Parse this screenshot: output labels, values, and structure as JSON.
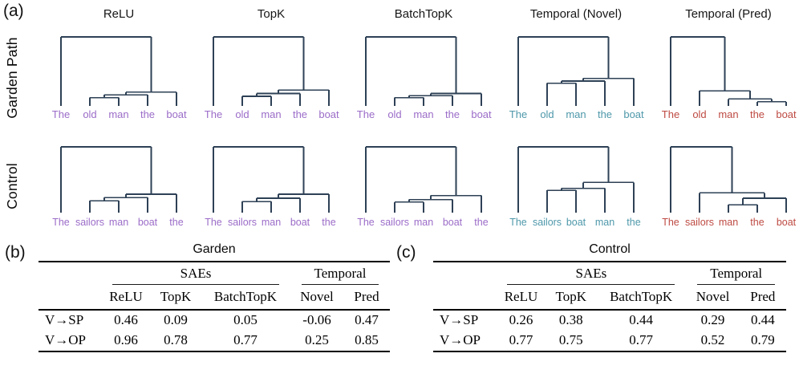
{
  "colors": {
    "line": "#2E4156",
    "purple": "#9B6CC8",
    "teal": "#4E98AA",
    "red": "#BE4A42",
    "text": "#111111"
  },
  "chart_data": [
    {
      "type": "dendrogram",
      "panel_label": "(a)",
      "column_titles": [
        "ReLU",
        "TopK",
        "BatchTopK",
        "Temporal (Novel)",
        "Temporal (Pred)"
      ],
      "rows": [
        {
          "label": "Garden Path",
          "panels": [
            {
              "column": "ReLU",
              "leaves": [
                "The",
                "old",
                "man",
                "the",
                "boat"
              ],
              "leaf_color": "purple",
              "tree": {
                "h": 1,
                "c": [
                  0,
                  {
                    "h": 0.2,
                    "c": [
                      {
                        "h": 0.16,
                        "c": [
                          {
                            "h": 0.12,
                            "c": [
                              1,
                              2
                            ]
                          },
                          3
                        ]
                      },
                      4
                    ]
                  }
                ]
              }
            },
            {
              "column": "TopK",
              "leaves": [
                "The",
                "old",
                "man",
                "the",
                "boat"
              ],
              "leaf_color": "purple",
              "tree": {
                "h": 1,
                "c": [
                  0,
                  {
                    "h": 0.23,
                    "c": [
                      {
                        "h": 0.18,
                        "c": [
                          {
                            "h": 0.14,
                            "c": [
                              1,
                              2
                            ]
                          },
                          3
                        ]
                      },
                      4
                    ]
                  }
                ]
              }
            },
            {
              "column": "BatchTopK",
              "leaves": [
                "The",
                "old",
                "man",
                "the",
                "boat"
              ],
              "leaf_color": "purple",
              "tree": {
                "h": 1,
                "c": [
                  0,
                  {
                    "h": 0.18,
                    "c": [
                      {
                        "h": 0.15,
                        "c": [
                          {
                            "h": 0.12,
                            "c": [
                              1,
                              2
                            ]
                          },
                          3
                        ]
                      },
                      4
                    ]
                  }
                ]
              }
            },
            {
              "column": "Temporal (Novel)",
              "leaves": [
                "The",
                "old",
                "man",
                "the",
                "boat"
              ],
              "leaf_color": "teal",
              "tree": {
                "h": 1,
                "c": [
                  0,
                  {
                    "h": 0.4,
                    "c": [
                      {
                        "h": 0.36,
                        "c": [
                          {
                            "h": 0.33,
                            "c": [
                              1,
                              2
                            ]
                          },
                          3
                        ]
                      },
                      4
                    ]
                  }
                ]
              }
            },
            {
              "column": "Temporal (Pred)",
              "leaves": [
                "The",
                "old",
                "man",
                "the",
                "boat"
              ],
              "leaf_color": "red",
              "tree": {
                "h": 1,
                "c": [
                  0,
                  {
                    "h": 0.22,
                    "c": [
                      1,
                      {
                        "h": 0.1,
                        "c": [
                          2,
                          {
                            "h": 0.06,
                            "c": [
                              3,
                              4
                            ]
                          }
                        ]
                      }
                    ]
                  }
                ]
              }
            }
          ]
        },
        {
          "label": "Control",
          "panels": [
            {
              "column": "ReLU",
              "leaves": [
                "The",
                "sailors",
                "man",
                "boat",
                "the"
              ],
              "leaf_color": "purple",
              "tree": {
                "h": 1,
                "c": [
                  0,
                  {
                    "h": 0.28,
                    "c": [
                      {
                        "h": 0.23,
                        "c": [
                          {
                            "h": 0.18,
                            "c": [
                              1,
                              2
                            ]
                          },
                          3
                        ]
                      },
                      4
                    ]
                  }
                ]
              }
            },
            {
              "column": "TopK",
              "leaves": [
                "The",
                "sailors",
                "man",
                "boat",
                "the"
              ],
              "leaf_color": "purple",
              "tree": {
                "h": 1,
                "c": [
                  0,
                  {
                    "h": 0.28,
                    "c": [
                      {
                        "h": 0.22,
                        "c": [
                          {
                            "h": 0.17,
                            "c": [
                              1,
                              2
                            ]
                          },
                          3
                        ]
                      },
                      4
                    ]
                  }
                ]
              }
            },
            {
              "column": "BatchTopK",
              "leaves": [
                "The",
                "sailors",
                "man",
                "boat",
                "the"
              ],
              "leaf_color": "purple",
              "tree": {
                "h": 1,
                "c": [
                  0,
                  {
                    "h": 0.26,
                    "c": [
                      {
                        "h": 0.2,
                        "c": [
                          {
                            "h": 0.16,
                            "c": [
                              1,
                              2
                            ]
                          },
                          3
                        ]
                      },
                      4
                    ]
                  }
                ]
              }
            },
            {
              "column": "Temporal (Novel)",
              "leaves": [
                "The",
                "sailors",
                "boat",
                "man",
                "the"
              ],
              "leaf_color": "teal",
              "tree": {
                "h": 1,
                "c": [
                  0,
                  {
                    "h": 0.46,
                    "c": [
                      {
                        "h": 0.37,
                        "c": [
                          {
                            "h": 0.34,
                            "c": [
                              1,
                              2
                            ]
                          },
                          3
                        ]
                      },
                      4
                    ]
                  }
                ]
              }
            },
            {
              "column": "Temporal (Pred)",
              "leaves": [
                "The",
                "sailors",
                "man",
                "the",
                "boat"
              ],
              "leaf_color": "red",
              "tree": {
                "h": 1,
                "c": [
                  0,
                  {
                    "h": 0.3,
                    "c": [
                      1,
                      {
                        "h": 0.22,
                        "c": [
                          {
                            "h": 0.12,
                            "c": [
                              2,
                              3
                            ]
                          },
                          4
                        ]
                      }
                    ]
                  }
                ]
              }
            }
          ]
        }
      ]
    },
    {
      "type": "table",
      "label": "(b)",
      "title": "Garden",
      "group_headers": [
        {
          "label": "SAEs",
          "span": 3
        },
        {
          "label": "Temporal",
          "span": 2
        }
      ],
      "columns": [
        "ReLU",
        "TopK",
        "BatchTopK",
        "Novel",
        "Pred"
      ],
      "rows": [
        {
          "label": "V→SP",
          "values": [
            0.46,
            0.09,
            0.05,
            -0.06,
            0.47
          ]
        },
        {
          "label": "V→OP",
          "values": [
            0.96,
            0.78,
            0.77,
            0.25,
            0.85
          ]
        }
      ]
    },
    {
      "type": "table",
      "label": "(c)",
      "title": "Control",
      "group_headers": [
        {
          "label": "SAEs",
          "span": 3
        },
        {
          "label": "Temporal",
          "span": 2
        }
      ],
      "columns": [
        "ReLU",
        "TopK",
        "BatchTopK",
        "Novel",
        "Pred"
      ],
      "rows": [
        {
          "label": "V→SP",
          "values": [
            0.26,
            0.38,
            0.44,
            0.29,
            0.44
          ]
        },
        {
          "label": "V→OP",
          "values": [
            0.77,
            0.75,
            0.77,
            0.52,
            0.79
          ]
        }
      ]
    }
  ]
}
